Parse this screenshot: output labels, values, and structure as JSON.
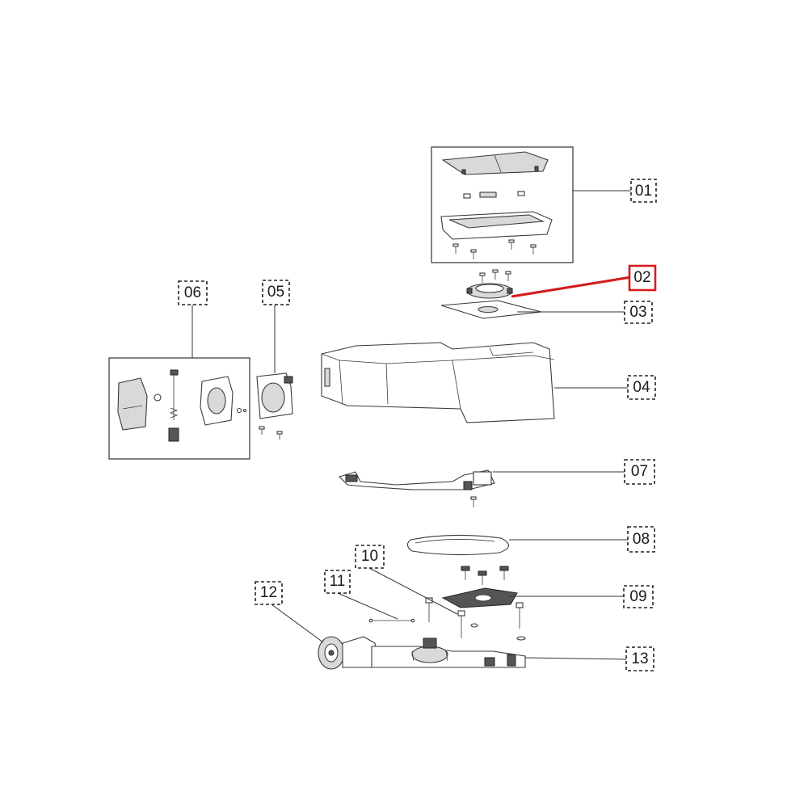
{
  "diagram": {
    "highlighted_part": "02",
    "highlight_color": "#d41c1c",
    "labels": [
      "01",
      "02",
      "03",
      "04",
      "05",
      "06",
      "07",
      "08",
      "09",
      "10",
      "11",
      "12",
      "13"
    ]
  }
}
